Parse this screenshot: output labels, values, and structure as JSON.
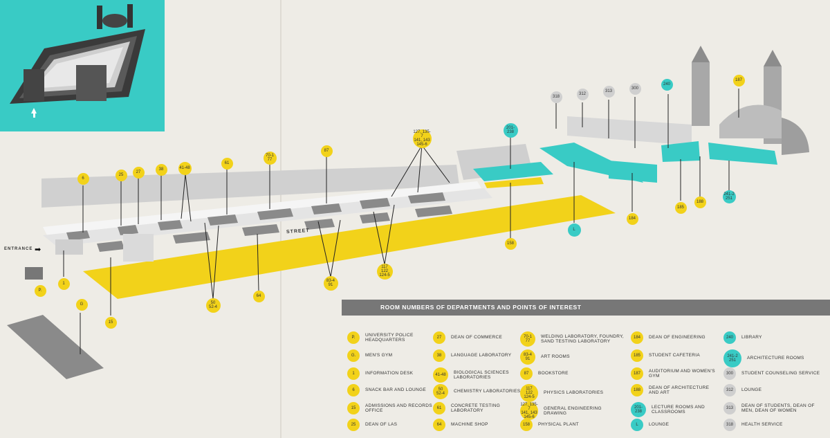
{
  "labels": {
    "entrance": "ENTRANCE",
    "street": "STREET",
    "legend_title": "ROOM NUMBERS OF DEPARTMENTS AND POINTS OF INTEREST"
  },
  "colors": {
    "yellow": "#f2d21a",
    "teal": "#39cbc5",
    "gray": "#cfcfcf",
    "paper": "#eeece6"
  },
  "callouts": [
    {
      "id": "c-p",
      "text": "P.",
      "color": "yellow"
    },
    {
      "id": "c-1",
      "text": "1",
      "color": "yellow"
    },
    {
      "id": "c-g",
      "text": "G",
      "color": "yellow"
    },
    {
      "id": "c-15",
      "text": "15",
      "color": "yellow"
    },
    {
      "id": "c-6",
      "text": "6",
      "color": "yellow"
    },
    {
      "id": "c-25",
      "text": "25",
      "color": "yellow"
    },
    {
      "id": "c-27",
      "text": "27",
      "color": "yellow"
    },
    {
      "id": "c-38",
      "text": "38",
      "color": "yellow"
    },
    {
      "id": "c-4148",
      "text": "41-48",
      "color": "yellow"
    },
    {
      "id": "c-61",
      "text": "61",
      "color": "yellow"
    },
    {
      "id": "c-701",
      "text": "70-1\n77",
      "color": "yellow"
    },
    {
      "id": "c-87",
      "text": "87",
      "color": "yellow"
    },
    {
      "id": "c-50",
      "text": "50\n52-4",
      "color": "yellow"
    },
    {
      "id": "c-64",
      "text": "64",
      "color": "yellow"
    },
    {
      "id": "c-834",
      "text": "83-4\n91",
      "color": "yellow"
    },
    {
      "id": "c-117",
      "text": "117\n122\n124-5",
      "color": "yellow"
    },
    {
      "id": "c-127",
      "text": "127, 135-7\n141, 143\n145-6",
      "color": "yellow"
    },
    {
      "id": "c-158",
      "text": "158",
      "color": "yellow"
    },
    {
      "id": "c-201",
      "text": "201-238",
      "color": "teal"
    },
    {
      "id": "c-l",
      "text": "L",
      "color": "teal"
    },
    {
      "id": "c-184",
      "text": "184",
      "color": "yellow"
    },
    {
      "id": "c-185",
      "text": "185",
      "color": "yellow"
    },
    {
      "id": "c-188",
      "text": "188",
      "color": "yellow"
    },
    {
      "id": "c-2412",
      "text": "241-2\n251",
      "color": "teal"
    },
    {
      "id": "c-240",
      "text": "240",
      "color": "teal"
    },
    {
      "id": "c-187",
      "text": "187",
      "color": "yellow"
    },
    {
      "id": "c-318",
      "text": "318",
      "color": "gray"
    },
    {
      "id": "c-312",
      "text": "312",
      "color": "gray"
    },
    {
      "id": "c-313",
      "text": "313",
      "color": "gray"
    },
    {
      "id": "c-300",
      "text": "300",
      "color": "gray"
    }
  ],
  "legend": [
    {
      "code": "P.",
      "color": "yellow",
      "label": "University Police\nHeadquarters"
    },
    {
      "code": "G.",
      "color": "yellow",
      "label": "Men's Gym"
    },
    {
      "code": "1",
      "color": "yellow",
      "label": "Information Desk"
    },
    {
      "code": "6",
      "color": "yellow",
      "label": "Snack Bar and Lounge"
    },
    {
      "code": "15",
      "color": "yellow",
      "label": "Admissions and Records\nOffice"
    },
    {
      "code": "25",
      "color": "yellow",
      "label": "Dean of LAS"
    },
    {
      "code": "27",
      "color": "yellow",
      "label": "Dean of Commerce"
    },
    {
      "code": "38",
      "color": "yellow",
      "label": "Language Laboratory"
    },
    {
      "code": "41-48",
      "color": "yellow",
      "label": "Biological Sciences\nLaboratories"
    },
    {
      "code": "50\n52-4",
      "color": "yellow",
      "label": "Chemistry Laboratories"
    },
    {
      "code": "61",
      "color": "yellow",
      "label": "Concrete Testing\nLaboratory"
    },
    {
      "code": "64",
      "color": "yellow",
      "label": "Machine Shop"
    },
    {
      "code": "70-1\n77",
      "color": "yellow",
      "label": "Welding Laboratory, Foundry,\nSand Testing Laboratory"
    },
    {
      "code": "83-4\n91",
      "color": "yellow",
      "label": "Art Rooms"
    },
    {
      "code": "87",
      "color": "yellow",
      "label": "Bookstore"
    },
    {
      "code": "117\n122\n124-5",
      "color": "yellow",
      "label": "Physics Laboratories"
    },
    {
      "code": "127, 135-7\n141, 143\n145-6",
      "color": "yellow",
      "label": "General Engineering\nDrawing"
    },
    {
      "code": "158",
      "color": "yellow",
      "label": "Physical Plant"
    },
    {
      "code": "184",
      "color": "yellow",
      "label": "Dean of Engineering"
    },
    {
      "code": "185",
      "color": "yellow",
      "label": "Student Cafeteria"
    },
    {
      "code": "187",
      "color": "yellow",
      "label": "Auditorium and Women's\nGym"
    },
    {
      "code": "188",
      "color": "yellow",
      "label": "Dean of Architecture\nand Art"
    },
    {
      "code": "201-238",
      "color": "teal",
      "label": "Lecture Rooms and\nClassrooms"
    },
    {
      "code": "L",
      "color": "teal",
      "label": "Lounge"
    },
    {
      "code": "240",
      "color": "teal",
      "label": "Library"
    },
    {
      "code": "241-2\n251",
      "color": "teal",
      "label": "Architecture Rooms"
    },
    {
      "code": "300",
      "color": "gray",
      "label": "Student Counseling Service"
    },
    {
      "code": "312",
      "color": "gray",
      "label": "Lounge"
    },
    {
      "code": "313",
      "color": "gray",
      "label": "Dean of Students, Dean of\nMen, Dean of Women"
    },
    {
      "code": "318",
      "color": "gray",
      "label": "Health Service"
    }
  ]
}
